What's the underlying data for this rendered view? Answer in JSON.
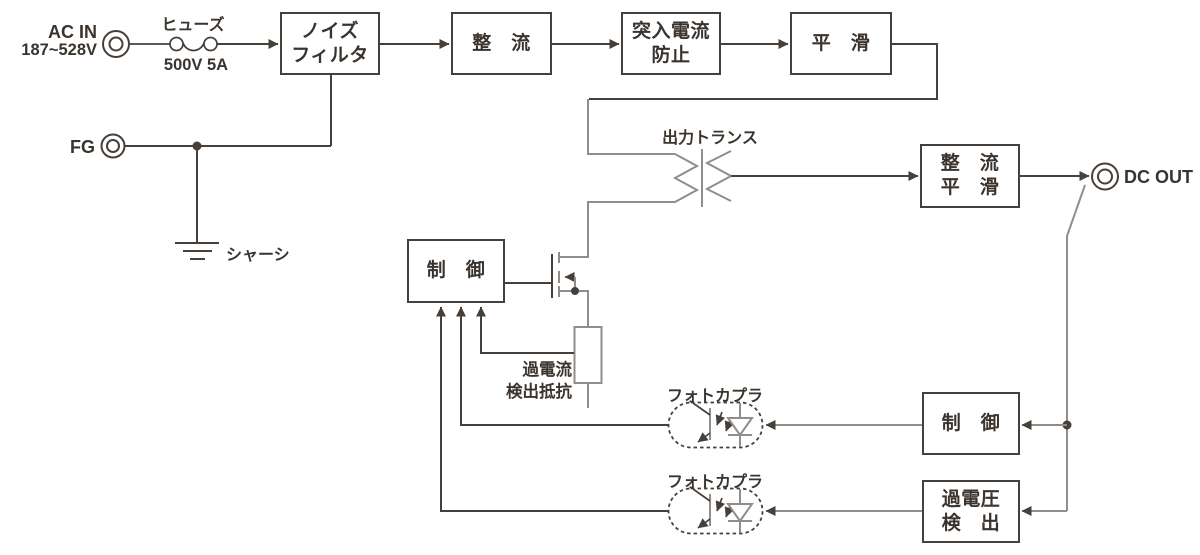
{
  "colors": {
    "line_dark": "#47403a",
    "line_gray": "#908d8a",
    "text": "#3b342e",
    "background": "#ffffff"
  },
  "ac_input": {
    "label": "AC IN",
    "range": "187~528V"
  },
  "fuse": {
    "name": "ヒューズ",
    "rating": "500V 5A"
  },
  "fg": {
    "label": "FG"
  },
  "chassis": {
    "label": "シャーシ"
  },
  "blocks": {
    "noise_filter": {
      "line1": "ノイズ",
      "line2": "フィルタ"
    },
    "rectifier": {
      "line1": "整　流"
    },
    "inrush_protection": {
      "line1": "突入電流",
      "line2": "防止"
    },
    "smoothing": {
      "line1": "平　滑"
    },
    "rectify_smooth": {
      "line1": "整　流",
      "line2": "平　滑"
    },
    "control_primary": {
      "line1": "制　御"
    },
    "control_secondary": {
      "line1": "制　御"
    },
    "overvoltage_detect": {
      "line1": "過電圧",
      "line2": "検　出"
    }
  },
  "transformer": {
    "label": "出力トランス"
  },
  "current_sense_resistor": {
    "line1": "過電流",
    "line2": "検出抵抗"
  },
  "photocoupler_top": {
    "label": "フォトカプラ"
  },
  "photocoupler_bottom": {
    "label": "フォトカプラ"
  },
  "dc_output": {
    "label": "DC OUT"
  }
}
